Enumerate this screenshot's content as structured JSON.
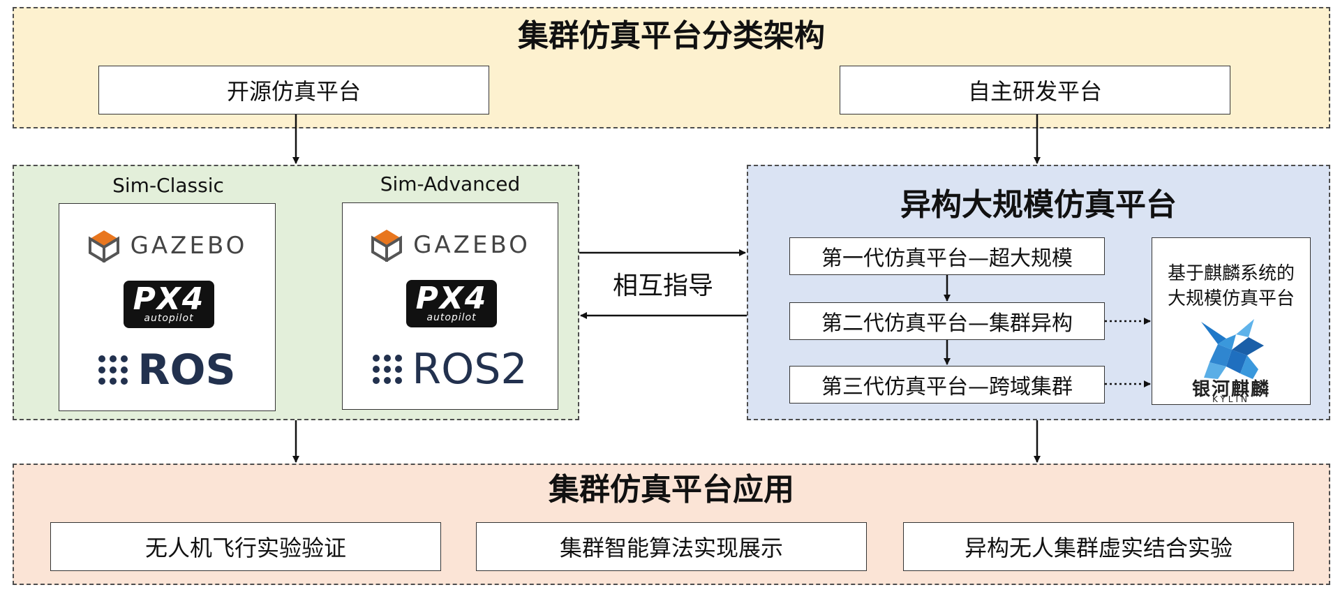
{
  "colors": {
    "top_bg": "#fdf1cf",
    "left_bg": "#e3efda",
    "right_bg": "#dae3f3",
    "bottom_bg": "#fbe4d6",
    "gazebo_orange": "#e8761e",
    "ros_navy": "#22314e",
    "kylin_blue": "#1f78c8"
  },
  "top": {
    "title": "集群仿真平台分类架构",
    "left_label": "开源仿真平台",
    "right_label": "自主研发平台"
  },
  "left_panel": {
    "col1_title": "Sim-Classic",
    "col2_title": "Sim-Advanced",
    "gazebo_text": "GAZEBO",
    "px4_big": "PX4",
    "px4_small": "autopilot",
    "ros1_text": "ROS",
    "ros2_text": "ROS2"
  },
  "middle": {
    "mutual_label": "相互指导"
  },
  "right_panel": {
    "title": "异构大规模仿真平台",
    "gen1": "第一代仿真平台—超大规模",
    "gen2": "第二代仿真平台—集群异构",
    "gen3": "第三代仿真平台—跨域集群",
    "kylin_caption_line1": "基于麒麟系统的",
    "kylin_caption_line2": "大规模仿真平台",
    "kylin_logo_cn": "银河麒麟",
    "kylin_logo_en": "KYLIN"
  },
  "bottom": {
    "title": "集群仿真平台应用",
    "app1": "无人机飞行实验验证",
    "app2": "集群智能算法实现展示",
    "app3": "异构无人集群虚实结合实验"
  }
}
